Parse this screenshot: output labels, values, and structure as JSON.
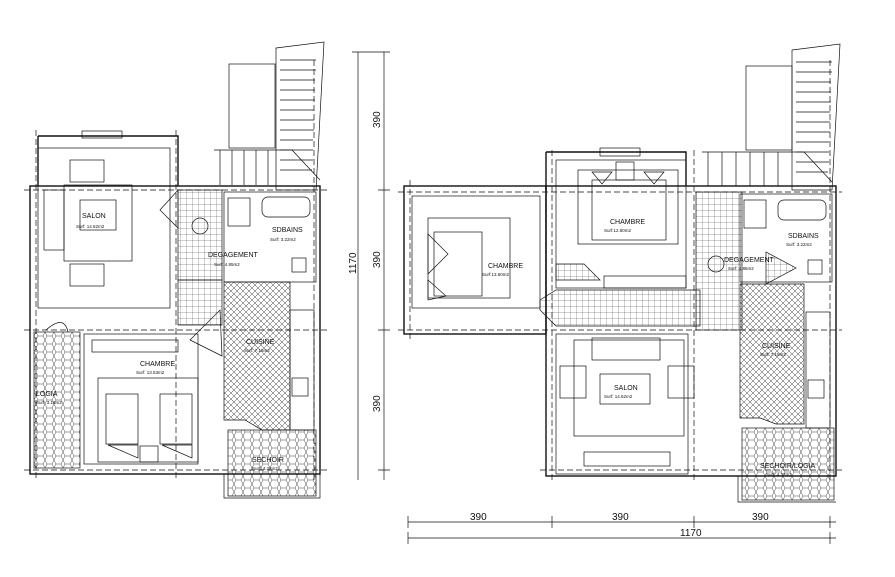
{
  "plan_left": {
    "rooms": {
      "salon": {
        "name": "SALON",
        "area": "Surf: 14.62m2"
      },
      "sdbains": {
        "name": "SDBAINS",
        "area": "Surf: 3.22m2"
      },
      "degagement": {
        "name": "DEGAGEMENT",
        "area": "Surf: 4.85m2"
      },
      "cuisine": {
        "name": "CUISINE",
        "area": "Surf: 7.15m2"
      },
      "chambre": {
        "name": "CHAMBRE",
        "area": "Surf: 13.53m2"
      },
      "loggia": {
        "name": "LOGIA",
        "area": "Surf: 3.16m2"
      },
      "sechoir": {
        "name": "SECHOIR",
        "area": "Surf: 4.32m2"
      }
    }
  },
  "plan_right": {
    "rooms": {
      "chambre_left": {
        "name": "CHAMBRE",
        "area": "Surf:13.60m2"
      },
      "chambre_top": {
        "name": "CHAMBRE",
        "area": "Surf:12.60m2"
      },
      "sdbains": {
        "name": "SDBAINS",
        "area": "Surf: 3.22m2"
      },
      "degagement": {
        "name": "DEGAGEMENT",
        "area": "Surf: 4.86m2"
      },
      "cuisine": {
        "name": "CUISINE",
        "area": "Surf: 7.15m2"
      },
      "salon": {
        "name": "SALON",
        "area": "Surf: 14.62m2"
      },
      "sechoir": {
        "name": "SECHOIR/LOGIA",
        "area": "Surf: 4.32m2"
      }
    }
  },
  "dimensions": {
    "vertical_total": "1170",
    "vertical_segments": [
      "390",
      "390",
      "390"
    ],
    "horizontal_total": "1170",
    "horizontal_segments": [
      "390",
      "390",
      "390"
    ]
  }
}
